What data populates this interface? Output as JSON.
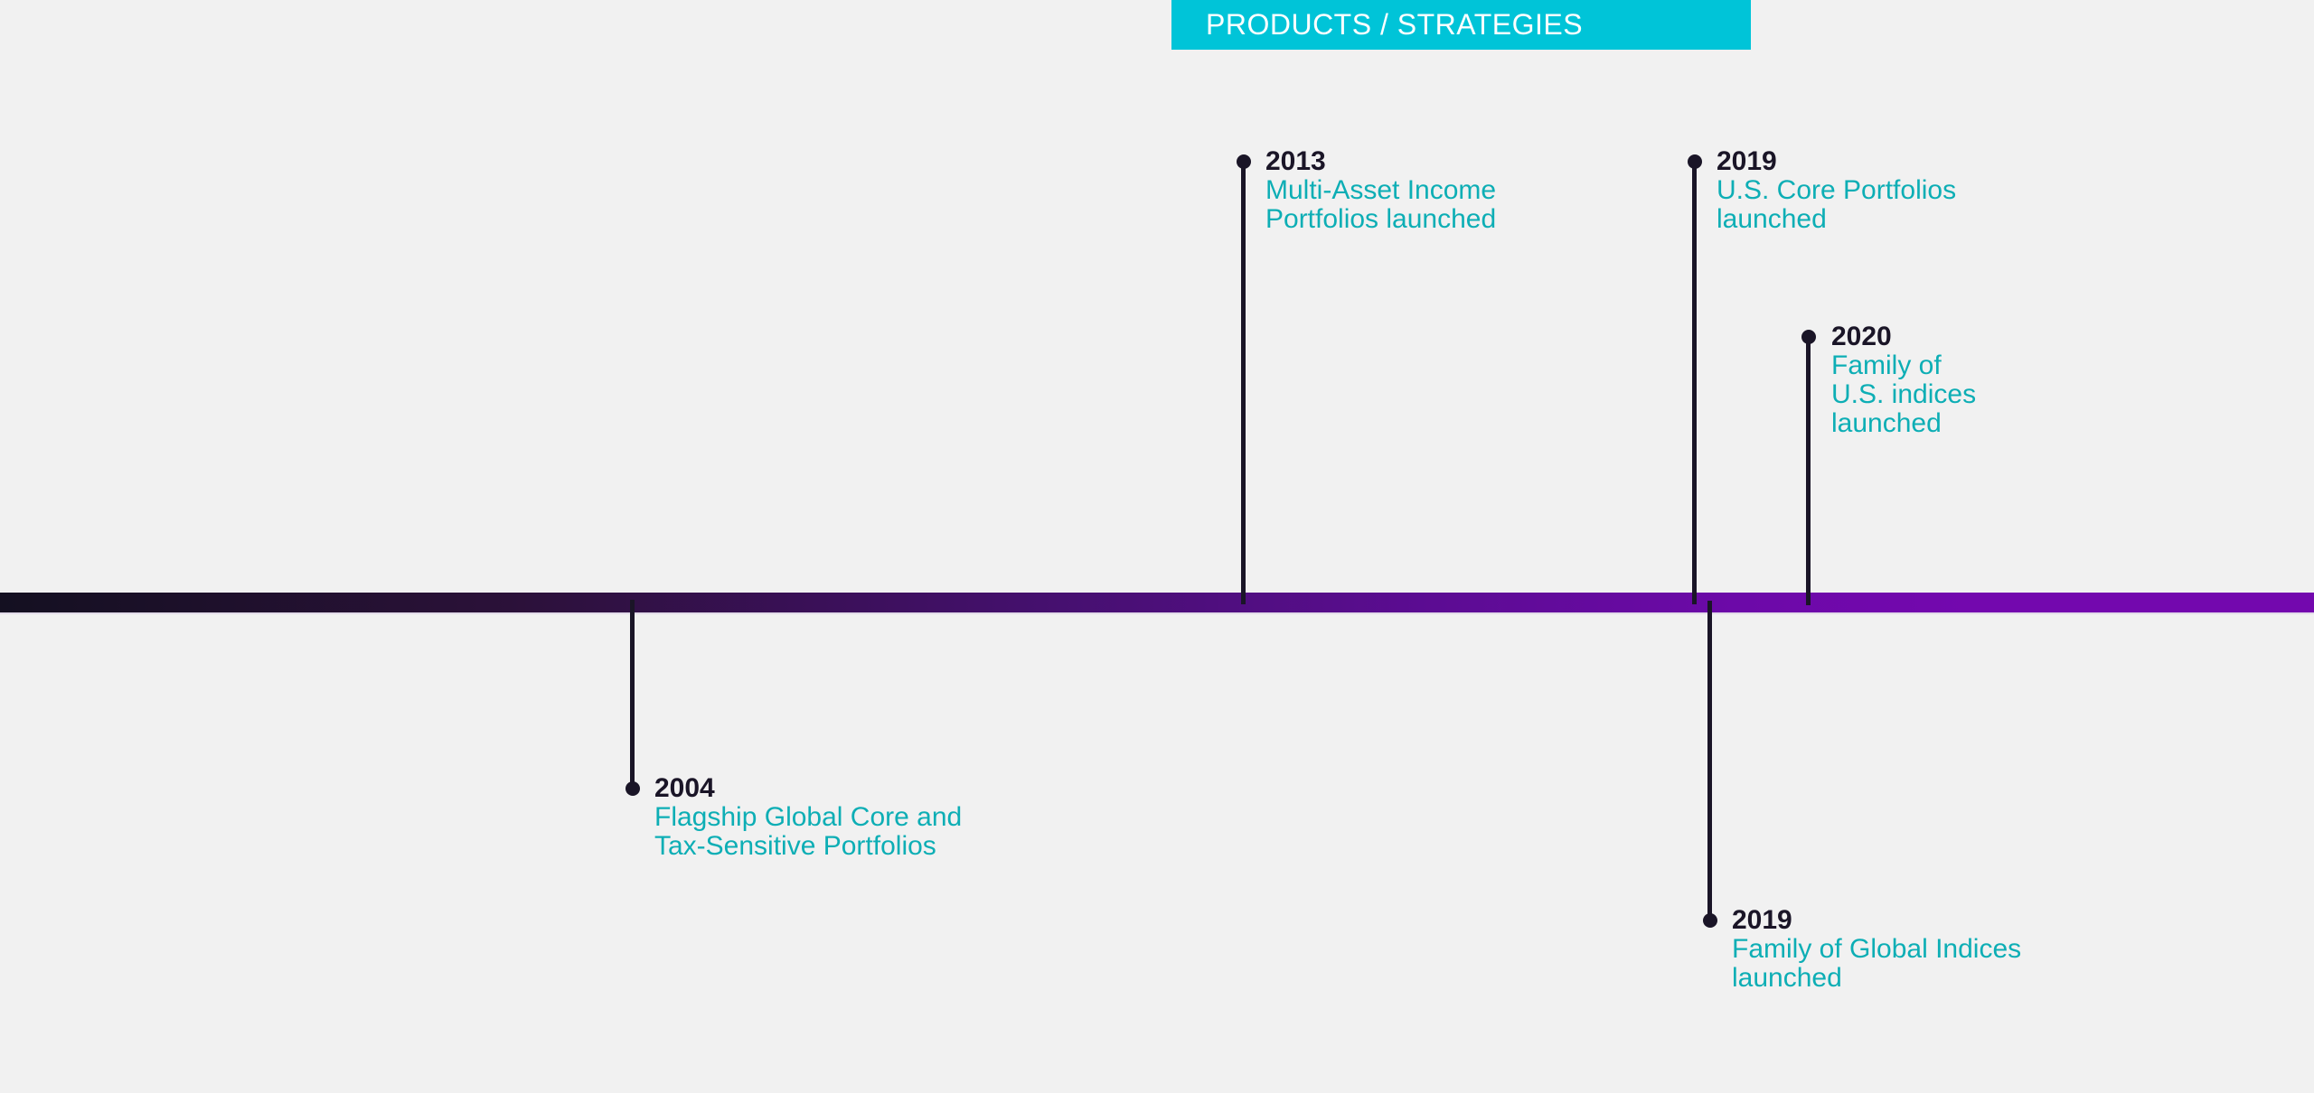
{
  "banner": {
    "label": "PRODUCTS / STRATEGIES"
  },
  "colors": {
    "background": "#F1F1F1",
    "banner_cyan": "#00C4D8",
    "accent_teal": "#0DAEB5",
    "dark_ink": "#1A1527",
    "bar_start": "#141021",
    "bar_end": "#7308AE"
  },
  "timeline": {
    "events": [
      {
        "year": "2013",
        "side": "above",
        "description": "Multi-Asset Income\nPortfolios launched"
      },
      {
        "year": "2019",
        "side": "above",
        "description": "U.S. Core Portfolios\nlaunched"
      },
      {
        "year": "2020",
        "side": "above",
        "description": "Family of\nU.S. indices\nlaunched"
      },
      {
        "year": "2004",
        "side": "below",
        "description": "Flagship Global Core and\nTax-Sensitive Portfolios"
      },
      {
        "year": "2019",
        "side": "below",
        "description": "Family of Global Indices\nlaunched"
      }
    ]
  }
}
